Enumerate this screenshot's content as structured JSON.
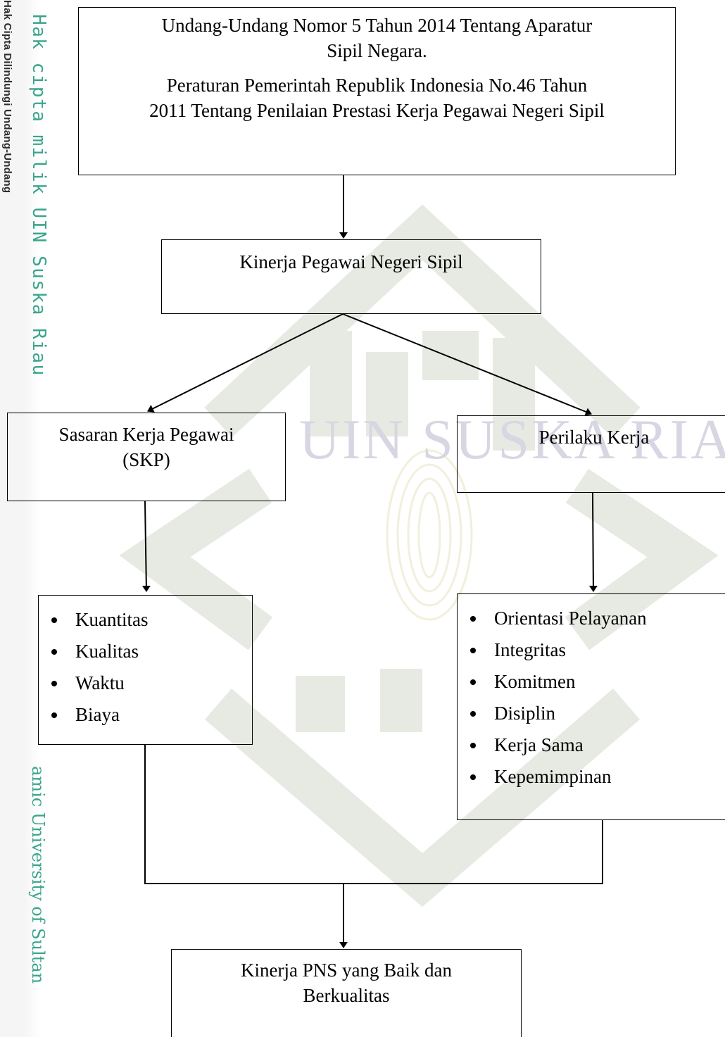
{
  "margin_strip": {
    "copyright_line": "Hak Cipta Dilindungi Undang-Undang",
    "owner_line": "Hak cipta milik UIN Suska Riau",
    "university_line": "amic University of Sultan"
  },
  "watermark": {
    "text": "UIN SUSKA RIAU"
  },
  "diagram": {
    "law_box": {
      "line1": "Undang-Undang Nomor 5 Tahun 2014 Tentang Aparatur",
      "line2": "Sipil Negara.",
      "line3": "Peraturan Pemerintah Republik Indonesia No.46 Tahun",
      "line4": "2011 Tentang Penilaian Prestasi Kerja Pegawai Negeri Sipil"
    },
    "performance_box": {
      "label": "Kinerja Pegawai Negeri Sipil"
    },
    "skp_box": {
      "line1": "Sasaran Kerja Pegawai",
      "line2": "(SKP)"
    },
    "behavior_box": {
      "label": "Perilaku Kerja"
    },
    "skp_items": [
      "Kuantitas",
      "Kualitas",
      "Waktu",
      "Biaya"
    ],
    "behavior_items": [
      "Orientasi Pelayanan",
      "Integritas",
      "Komitmen",
      "Disiplin",
      "Kerja Sama",
      "Kepemimpinan"
    ],
    "result_box": {
      "line1": "Kinerja PNS yang Baik dan",
      "line2": "Berkualitas"
    }
  }
}
